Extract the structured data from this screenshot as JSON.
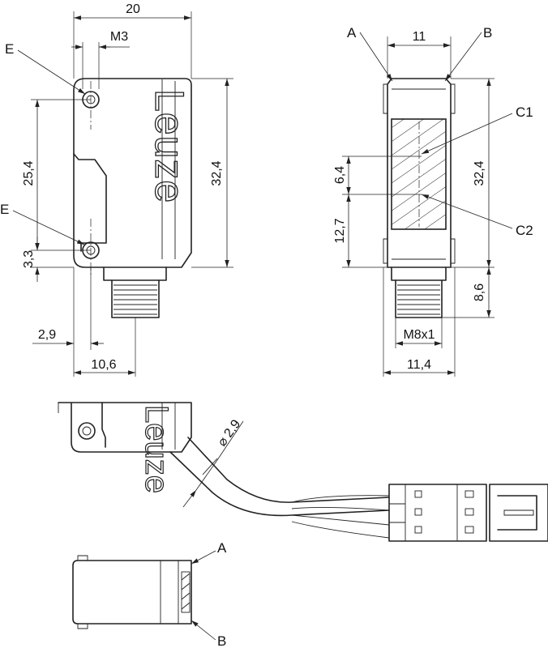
{
  "dimensions": {
    "width_20": "20",
    "thread_m3": "M3",
    "height_32_4_front": "32,4",
    "hole_spacing": "25,4",
    "hole_offset_bottom": "3,3",
    "offset_2_9": "2,9",
    "connector_offset": "10,6",
    "width_11": "11",
    "height_32_4_side": "32,4",
    "c1_offset": "6,4",
    "c2_height": "12,7",
    "connector_length": "8,6",
    "connector_thread": "M8x1",
    "width_11_4": "11,4",
    "cable_diameter": "2,9"
  },
  "callouts": {
    "e_top": "E",
    "e_bottom": "E",
    "a_side": "A",
    "b_side": "B",
    "c1": "C1",
    "c2": "C2",
    "a_bottom": "A",
    "b_bottom": "B"
  },
  "brand": {
    "text": "Leuze"
  },
  "symbols": {
    "diameter_symbol": "⌀"
  }
}
